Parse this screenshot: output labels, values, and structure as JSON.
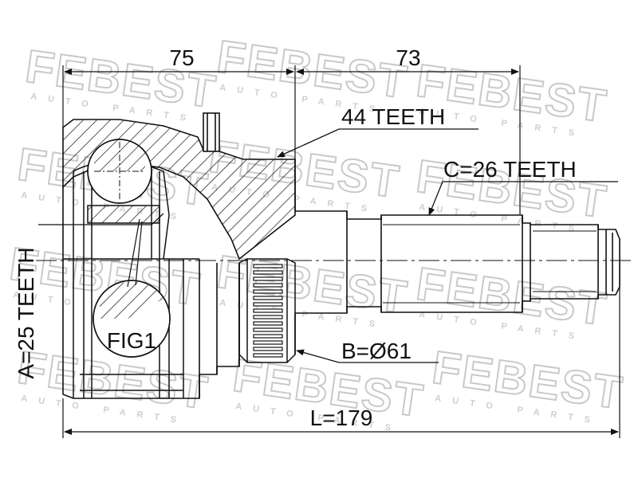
{
  "dimensions": {
    "length_top_left": "75",
    "length_top_right": "73",
    "overall_length": "L=179"
  },
  "callouts": {
    "abs_teeth": "44 TEETH",
    "outer_spline": "C=26 TEETH",
    "abs_diameter": "B=Ø61",
    "inner_spline": "A=25 TEETH",
    "figure_label": "FIG1"
  },
  "watermark": {
    "brand": "FEBEST",
    "subtitle": "AUTO PARTS"
  },
  "colors": {
    "line": "#111111",
    "watermark": "#c9c9c9",
    "background": "#ffffff"
  }
}
